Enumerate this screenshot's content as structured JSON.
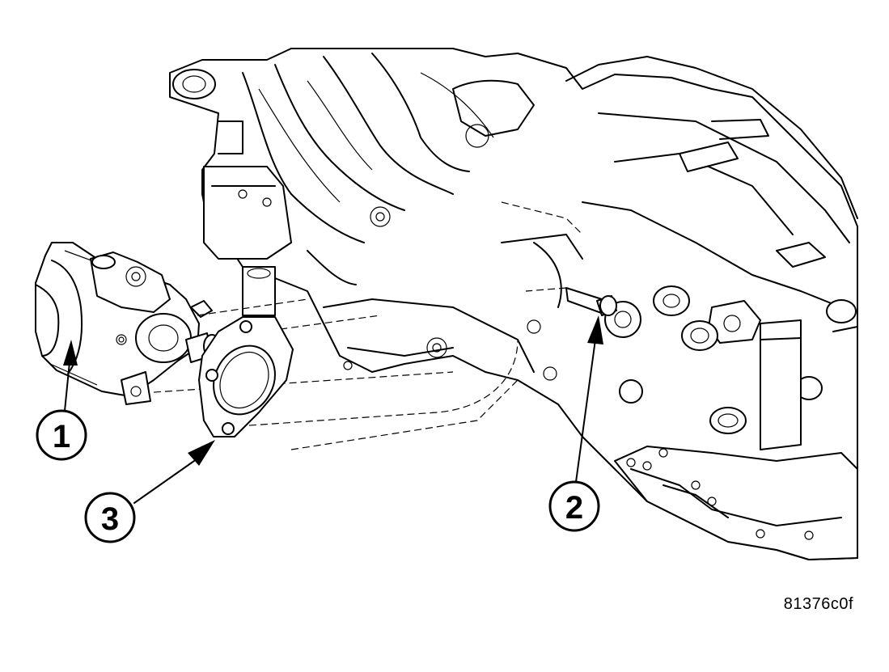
{
  "callouts": [
    {
      "id": "1",
      "label": "1",
      "part": "starter-motor"
    },
    {
      "id": "2",
      "label": "2",
      "part": "mounting-bolt"
    },
    {
      "id": "3",
      "label": "3",
      "part": "mounting-plate"
    }
  ],
  "figure_reference": "81376c0f",
  "colors": {
    "line": "#000000",
    "background": "#ffffff"
  }
}
